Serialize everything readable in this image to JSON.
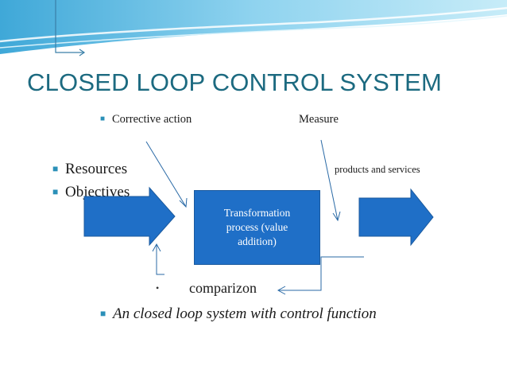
{
  "slide": {
    "title": "CLOSED LOOP CONTROL SYSTEM",
    "top_labels": {
      "corrective_action": "Corrective action",
      "measure": "Measure"
    },
    "inputs": [
      "Resources",
      "Objectives"
    ],
    "output_label": "products and services",
    "process_box": "Transformation\nprocess (value\naddition)",
    "comparison_label": "comparizon",
    "summary": "An closed loop system with  control function"
  },
  "colors": {
    "title": "#1c6a80",
    "arrow_fill": "#1f6fc7",
    "process_fill": "#1f6fc7",
    "bullet": "#2b90b8",
    "header_wave": "#5bbfe6"
  },
  "icons": {
    "bullet": "square-bullet"
  }
}
